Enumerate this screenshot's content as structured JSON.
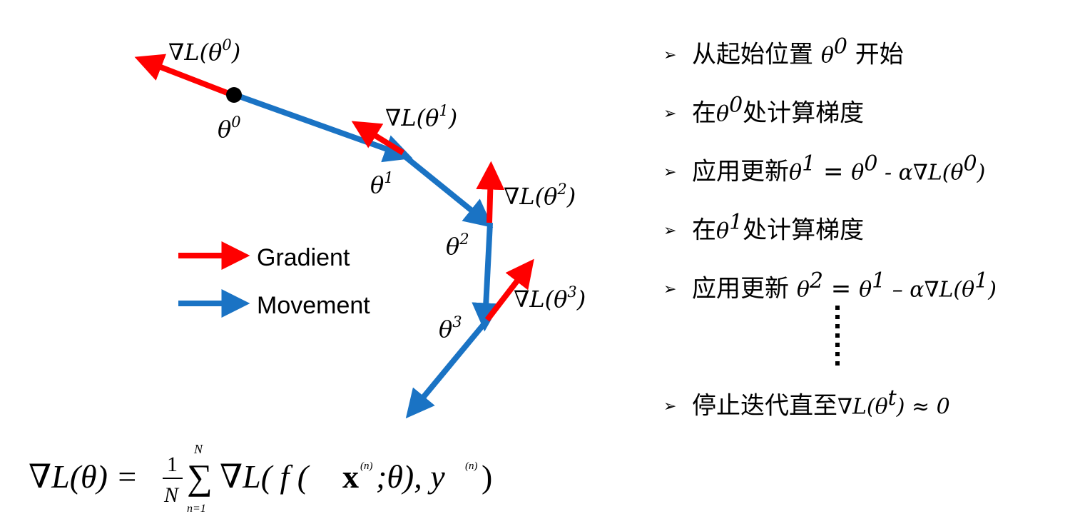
{
  "colors": {
    "gradient": "#ff0000",
    "movement": "#1a73c4",
    "point": "#000000"
  },
  "diagram": {
    "grad_labels": [
      {
        "base": "∇L(θ",
        "sup": "0",
        "tail": ")"
      },
      {
        "base": "∇L(θ",
        "sup": "1",
        "tail": ")"
      },
      {
        "base": "∇L(θ",
        "sup": "2",
        "tail": ")"
      },
      {
        "base": "∇L(θ",
        "sup": "3",
        "tail": ")"
      }
    ],
    "theta_labels": [
      {
        "base": "θ",
        "sup": "0"
      },
      {
        "base": "θ",
        "sup": "1"
      },
      {
        "base": "θ",
        "sup": "2"
      },
      {
        "base": "θ",
        "sup": "3"
      }
    ],
    "legend": {
      "gradient": "Gradient",
      "movement": "Movement"
    }
  },
  "steps": [
    {
      "text": "从起始位置 ",
      "m1": "θ",
      "s1": "0",
      "rest": " 开始"
    },
    {
      "text": "在",
      "m1": "θ",
      "s1": "0",
      "rest": "处计算梯度"
    },
    {
      "text": "应用更新",
      "m1": "θ",
      "s1": "1",
      "mid": " = ",
      "m2": "θ",
      "s2": "0",
      "mid2": " - α∇L(θ",
      "s3": "0",
      "rest": ")"
    },
    {
      "text": "在",
      "m1": "θ",
      "s1": "1",
      "rest": "处计算梯度"
    },
    {
      "text": "应用更新 ",
      "m1": "θ",
      "s1": "2",
      "mid": " = ",
      "m2": "θ",
      "s2": "1",
      "mid2": " – α∇L(θ",
      "s3": "1",
      "rest": ")"
    },
    {
      "text": "停止迭代直至",
      "m1": "∇L(θ",
      "s1": "t",
      "rest": ") ≈ 0"
    }
  ],
  "formula": {
    "lhs": "∇L(θ) =",
    "frac_num": "1",
    "frac_den": "N",
    "sum_top": "N",
    "sum_bottom": "n=1",
    "body_a": "∇L( f (",
    "x": "x",
    "sup_n": "(n)",
    "body_b": ";θ), y",
    "end": ")"
  }
}
